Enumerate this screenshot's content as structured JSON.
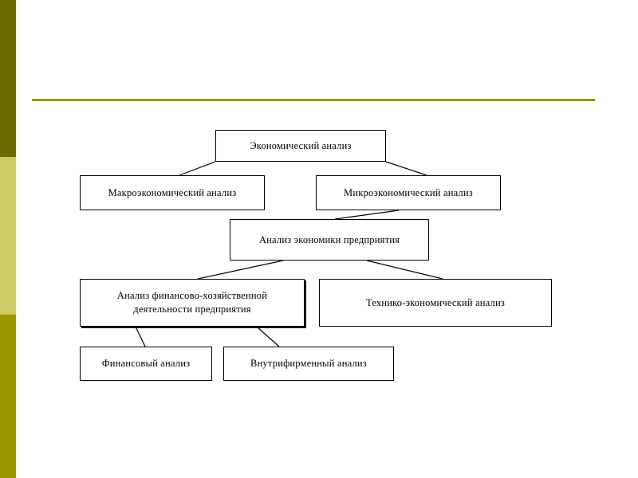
{
  "slide": {
    "title": "Экономический анализ",
    "background_color": "#ffffff"
  },
  "decor": {
    "sidebar_bands": [
      {
        "name": "dark-olive",
        "color": "#6b6b00"
      },
      {
        "name": "light-olive",
        "color": "#cbcc66"
      },
      {
        "name": "mid-olive",
        "color": "#999900"
      }
    ],
    "rule_color": "#999900"
  },
  "diagram": {
    "type": "hierarchy-tree",
    "nodes": {
      "economic_analysis": "Экономический анализ",
      "macroeconomic_analysis": "Макроэкономический анализ",
      "microeconomic_analysis": "Микроэкономический анализ",
      "enterprise_economy_analysis": "Анализ экономики предприятия",
      "financial_economic_activity_analysis_line1": "Анализ финансово-хозяйственной",
      "financial_economic_activity_analysis_line2": "деятельности предприятия",
      "technical_economic_analysis": "Технико-экономический анализ",
      "financial_analysis": "Финансовый анализ",
      "intrafirm_analysis": "Внутрифирменный анализ"
    },
    "edges": [
      {
        "from": "economic_analysis",
        "to": "macroeconomic_analysis"
      },
      {
        "from": "economic_analysis",
        "to": "microeconomic_analysis"
      },
      {
        "from": "microeconomic_analysis",
        "to": "enterprise_economy_analysis"
      },
      {
        "from": "enterprise_economy_analysis",
        "to": "financial_economic_activity_analysis"
      },
      {
        "from": "enterprise_economy_analysis",
        "to": "technical_economic_analysis"
      },
      {
        "from": "financial_economic_activity_analysis",
        "to": "financial_analysis"
      },
      {
        "from": "financial_economic_activity_analysis",
        "to": "intrafirm_analysis"
      }
    ]
  }
}
